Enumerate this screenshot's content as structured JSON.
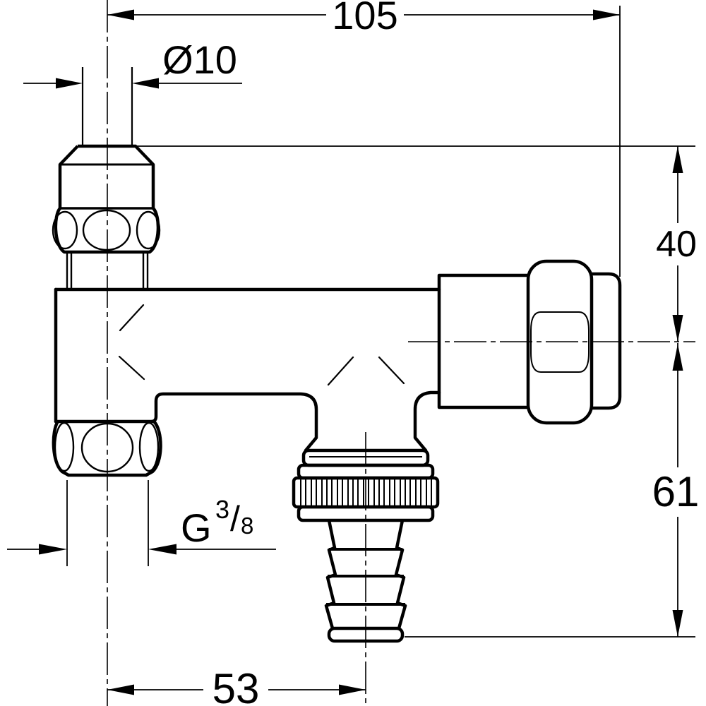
{
  "drawing": {
    "type": "technical-dimension-drawing",
    "subject": "angle-valve-with-hose-union",
    "background_color": "#ffffff",
    "line_color": "#000000",
    "labels": {
      "overall_width": "105",
      "inlet_diameter": "Ø10",
      "upper_offset": "40",
      "lower_offset": "61",
      "bottom_offset": "53",
      "thread": {
        "prefix": "G",
        "numerator": "3",
        "slash": "/",
        "denominator": "8"
      }
    }
  }
}
